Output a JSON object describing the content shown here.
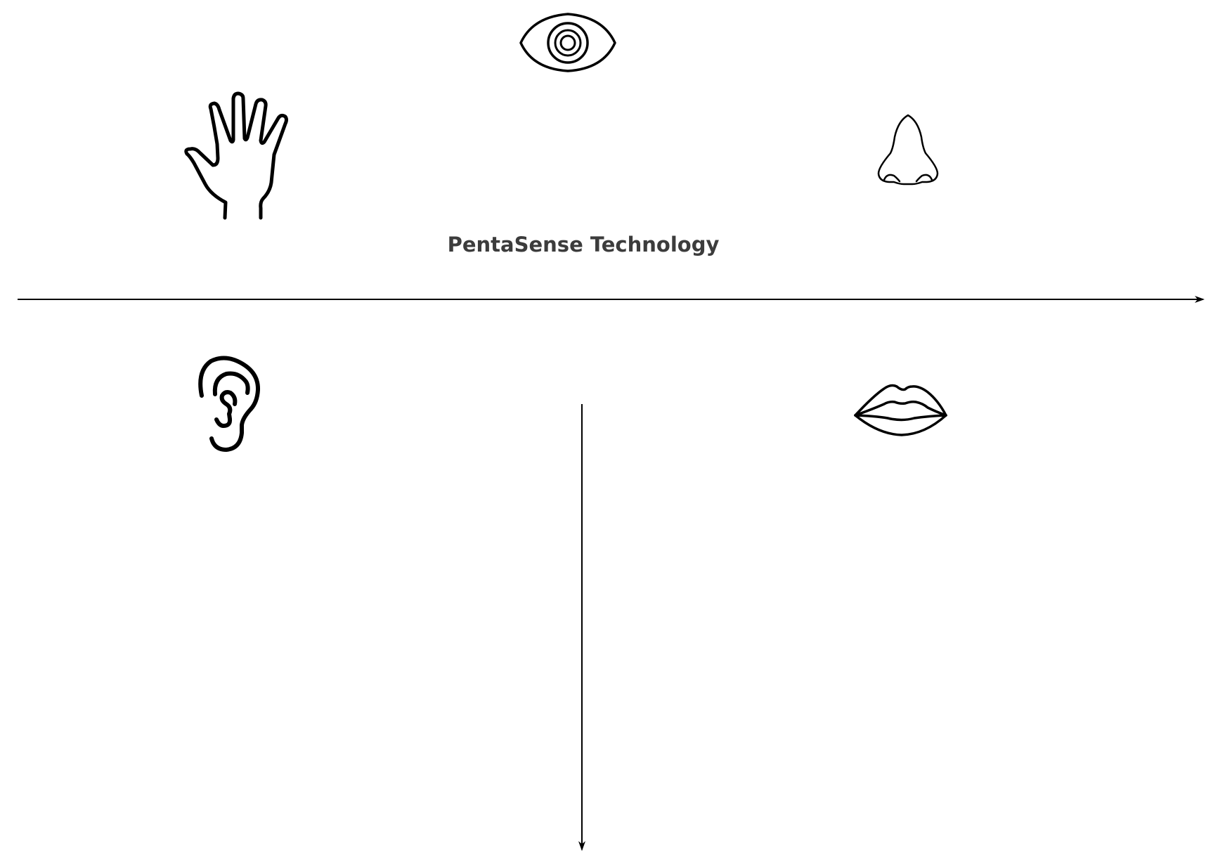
{
  "diagram": {
    "title": "PentaSense Technology",
    "stroke_color": "#000000",
    "title_color": "#3c3c3c",
    "icons": [
      "eye-icon",
      "hand-icon",
      "nose-icon",
      "ear-icon",
      "lips-icon"
    ],
    "arrows": [
      "horizontal-arrow",
      "vertical-arrow"
    ]
  }
}
